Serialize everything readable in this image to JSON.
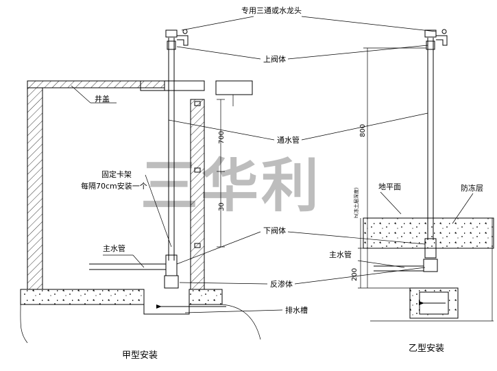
{
  "watermark": "三华利",
  "labels": {
    "faucet": "专用三通或水龙头",
    "upper_valve": "上阀体",
    "well_cover": "井盖",
    "through_pipe": "通水管",
    "bracket_line1": "固定卡架",
    "bracket_line2": "每隔70cm安装一个",
    "lower_valve": "下阀体",
    "main_pipe_a": "主水管",
    "anti_seep": "反渗体",
    "drain_channel": "排水槽",
    "ground": "地平面",
    "frost_layer": "防冻层",
    "main_pipe_b": "主水管",
    "frost_depth": "h(冻土层深度)"
  },
  "dimensions": {
    "d700": "700",
    "d30": "30",
    "d800": "800",
    "d200": "200"
  },
  "captions": {
    "type_a": "甲型安装",
    "type_b": "乙型安装"
  }
}
